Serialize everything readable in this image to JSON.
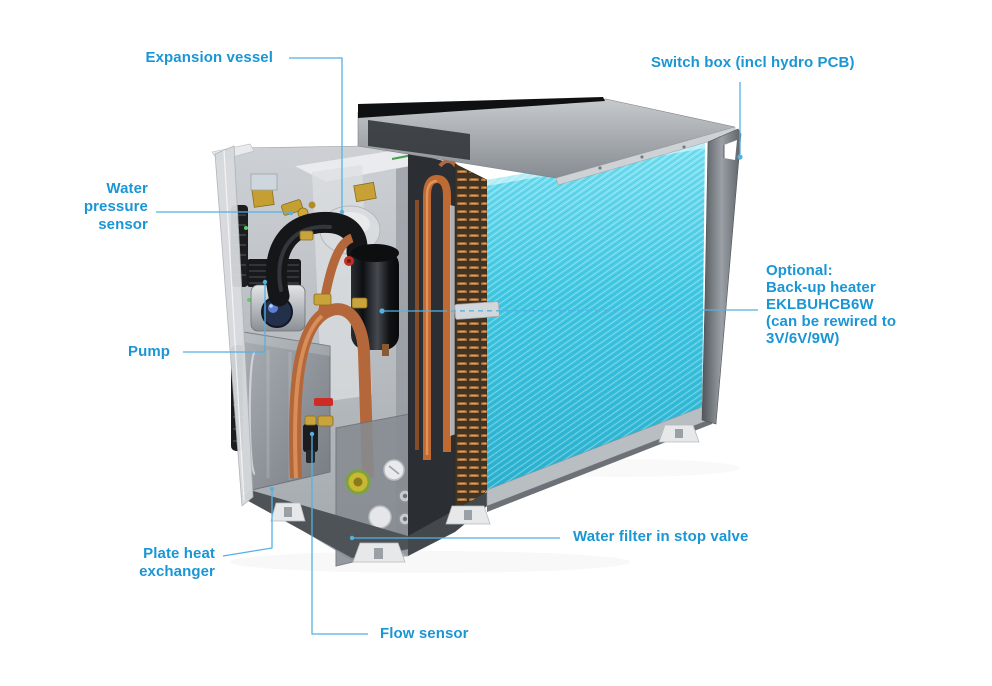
{
  "page": {
    "background": "#ffffff",
    "description": "Cutaway illustration of a monobloc heat pump outdoor unit with component callouts"
  },
  "style": {
    "label_color": "#1b96d5",
    "leader_line_color": "#55b1e2",
    "fin_color": "#3fc8e2",
    "roof_color": "#9aa0a6",
    "frame_color": "#6b7176",
    "copper_color": "#b4673a",
    "brass_color": "#c9a33b"
  },
  "labels": {
    "expansion_vessel": {
      "text": "Expansion vessel"
    },
    "water_pressure_sensor": {
      "text": "Water pressure sensor"
    },
    "pump": {
      "text": "Pump"
    },
    "plate_heat_exchanger": {
      "text": "Plate heat exchanger"
    },
    "flow_sensor": {
      "text": "Flow sensor"
    },
    "water_filter": {
      "text": "Water filter in stop valve"
    },
    "switch_box": {
      "text": "Switch box (incl hydro PCB)"
    },
    "backup_heater": {
      "line1": "Optional:",
      "line2": "Back-up heater",
      "line3": "EKLBUHCB6W",
      "line4": "(can be rewired to",
      "line5": "3V/6V/9W)"
    }
  }
}
